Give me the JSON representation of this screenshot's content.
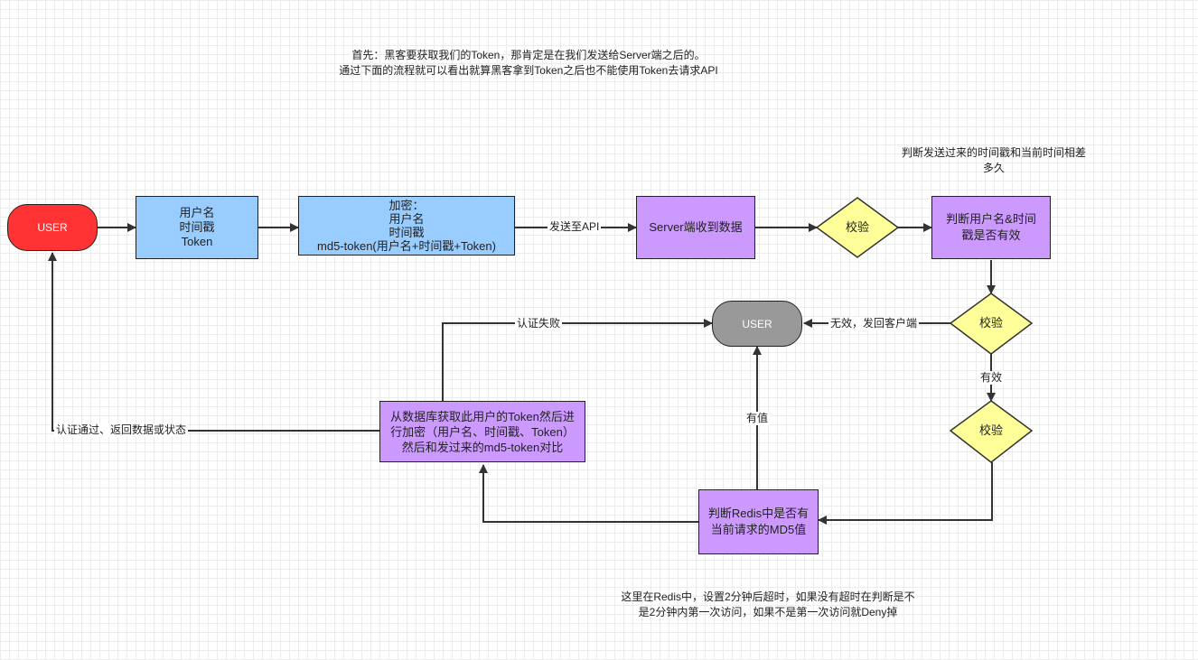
{
  "notes": {
    "top": "首先：黑客要获取我们的Token，那肯定是在我们发送给Server端之后的。\n通过下面的流程就可以看出就算黑客拿到Token之后也不能使用Token去请求API",
    "right": "判断发送过来的时间戳和当前时间相差\n多久",
    "bottom": "这里在Redis中，设置2分钟后超时，如果没有超时在判断是不\n是2分钟内第一次访问，如果不是第一次访问就Deny掉"
  },
  "nodes": {
    "user_start": "USER",
    "fields": "用户名\n时间戳\nToken",
    "encrypt": "加密：\n用户名\n时间戳\nmd5-token(用户名+时间戳+Token)",
    "server": "Server端收到数据",
    "check1": "校验",
    "judge_time": "判断用户名&时间\n戳是否有效",
    "check2": "校验",
    "user_end": "USER",
    "check3": "校验",
    "redis": "判断Redis中是否有\n当前请求的MD5值",
    "db_compare": "从数据库获取此用户的Token然后进\n行加密（用户名、时间戳、Token）\n然后和发过来的md5-token对比"
  },
  "edge_labels": {
    "send_api": "发送至API",
    "invalid": "无效，发回客户端",
    "valid": "有效",
    "has_value": "有值",
    "auth_fail": "认证失败",
    "auth_pass": "认证通过、返回数据或状态"
  },
  "colors": {
    "blue": "#99ccff",
    "purple": "#cc99ff",
    "yellow": "#ffff99",
    "red": "#ff3333",
    "grey": "#999999"
  }
}
